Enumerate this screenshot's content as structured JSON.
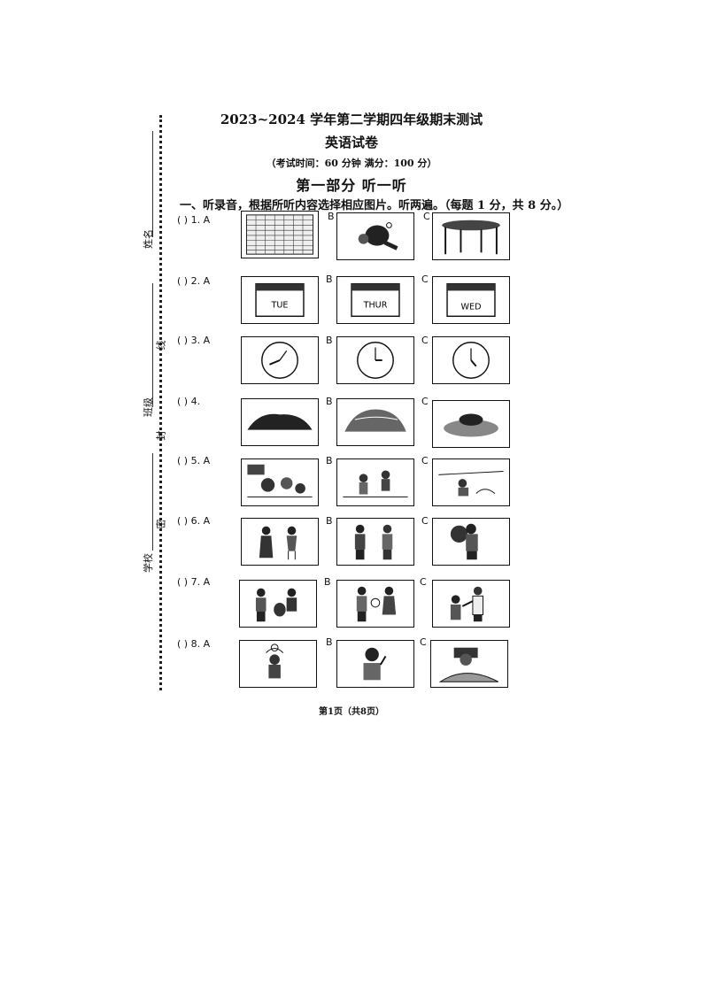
{
  "header": {
    "title": "2023~2024 学年第二学期四年级期末测试",
    "subject": "英语试卷",
    "exam_info": "（考试时间：60 分钟      满分：100 分）",
    "part": "第一部分  听一听"
  },
  "section1": {
    "instruction": "一、听录音，根据所听内容选择相应图片。听两遍。（每题 1 分，共 8 分。）",
    "questions": [
      {
        "label": "(      ) 1. A",
        "b": "B",
        "c": "C"
      },
      {
        "label": "(      ) 2. A",
        "b": "B",
        "c": "C",
        "days": [
          "TUE",
          "THUR",
          "WED"
        ]
      },
      {
        "label": "(      ) 3. A",
        "b": "B",
        "c": "C"
      },
      {
        "label": "(      ) 4.",
        "b": "B",
        "c": "C"
      },
      {
        "label": "(      ) 5. A",
        "b": "B",
        "c": "C"
      },
      {
        "label": "(      ) 6. A",
        "b": "B",
        "c": "C"
      },
      {
        "label": "(      ) 7. A",
        "b": "B",
        "c": "C"
      },
      {
        "label": "(      ) 8. A",
        "b": "B",
        "c": "C"
      }
    ]
  },
  "binding": {
    "name_label": "姓名",
    "class_label": "班级",
    "school_label": "学校",
    "line_mark": "线",
    "seal_mark": "封",
    "close_mark": "密"
  },
  "footer": {
    "page": "第1页（共8页）"
  }
}
